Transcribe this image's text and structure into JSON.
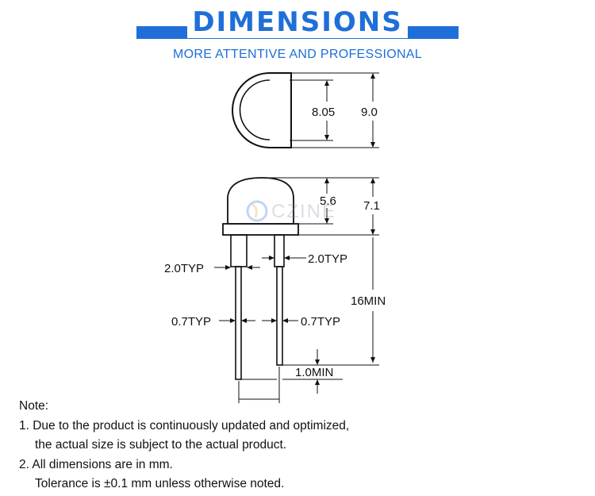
{
  "header": {
    "title": "DIMENSIONS",
    "subtitle": "MORE ATTENTIVE AND PROFESSIONAL"
  },
  "watermark": {
    "text": "CZINE"
  },
  "top_view": {
    "inner_dim": "8.05",
    "outer_dim": "9.0"
  },
  "side_view": {
    "dome_height": "5.6",
    "total_height": "7.1",
    "lead_spacing_left": "2.0TYP",
    "lead_spacing_right": "2.0TYP",
    "lead_width_left": "0.7TYP",
    "lead_width_right": "0.7TYP",
    "lead_length": "16MIN",
    "lead_offset": "1.0MIN"
  },
  "notes": {
    "heading": "Note:",
    "line1": "1. Due to the product is continuously updated and optimized,",
    "line1b": "the actual size is subject to the actual product.",
    "line2": "2. All dimensions are in mm.",
    "line2b": "Tolerance is ±0.1 mm unless otherwise noted."
  },
  "colors": {
    "accent": "#1e6fd9",
    "line": "#111111"
  }
}
